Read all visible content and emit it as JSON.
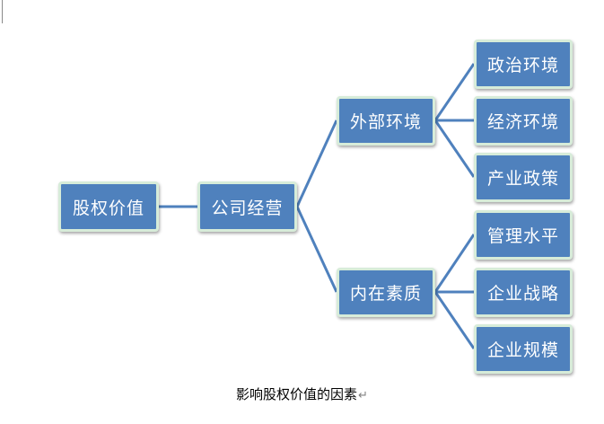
{
  "diagram": {
    "root": "股权价值",
    "level1": "公司经营",
    "level2": [
      "外部环境",
      "内在素质"
    ],
    "external_factors": [
      "政治环境",
      "经济环境",
      "产业政策"
    ],
    "internal_factors": [
      "管理水平",
      "企业战略",
      "企业规模"
    ]
  },
  "caption": {
    "text": "影响股权价值的因素",
    "paragraph_mark": "↵"
  },
  "colors": {
    "node_fill": "#4f81bd",
    "node_border": "#d7ecd9",
    "connector": "#4f81bd"
  }
}
